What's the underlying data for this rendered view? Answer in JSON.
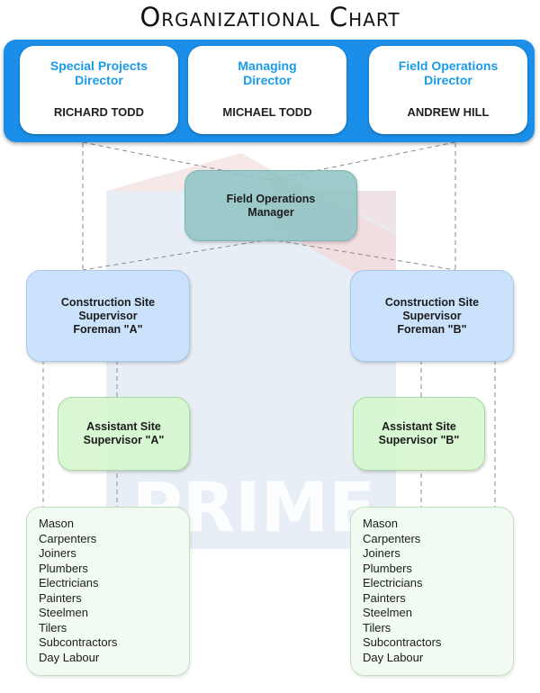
{
  "title": "Organizational Chart",
  "watermark": {
    "text": "PRIME"
  },
  "directors": [
    {
      "role": "Special Projects\nDirector",
      "name": "RICHARD TODD"
    },
    {
      "role": "Managing\nDirector",
      "name": "MICHAEL TODD"
    },
    {
      "role": "Field Operations\nDirector",
      "name": "ANDREW HILL"
    }
  ],
  "manager": {
    "label": "Field Operations\nManager"
  },
  "supervisors": [
    {
      "label": "Construction Site\nSupervisor\nForeman \"A\""
    },
    {
      "label": "Construction Site\nSupervisor\nForeman \"B\""
    }
  ],
  "assistants": [
    {
      "label": "Assistant Site\nSupervisor  \"A\""
    },
    {
      "label": "Assistant Site\nSupervisor  \"B\""
    }
  ],
  "trade_lists": [
    {
      "items": [
        "Mason",
        "Carpenters",
        "Joiners",
        "Plumbers",
        "Electricians",
        "Painters",
        "Steelmen",
        "Tilers",
        "Subcontractors",
        "Day Labour"
      ]
    },
    {
      "items": [
        "Mason",
        "Carpenters",
        "Joiners",
        "Plumbers",
        "Electricians",
        "Painters",
        "Steelmen",
        "Tilers",
        "Subcontractors",
        "Day Labour"
      ]
    }
  ],
  "colors": {
    "band": "#1a8ee8",
    "role_text": "#1a9be8",
    "manager_fill": "#8fc4c4",
    "supervisor_fill": "#c8e0fc",
    "assistant_fill": "#d6f7d0",
    "trades_fill": "#f0fbf0"
  }
}
